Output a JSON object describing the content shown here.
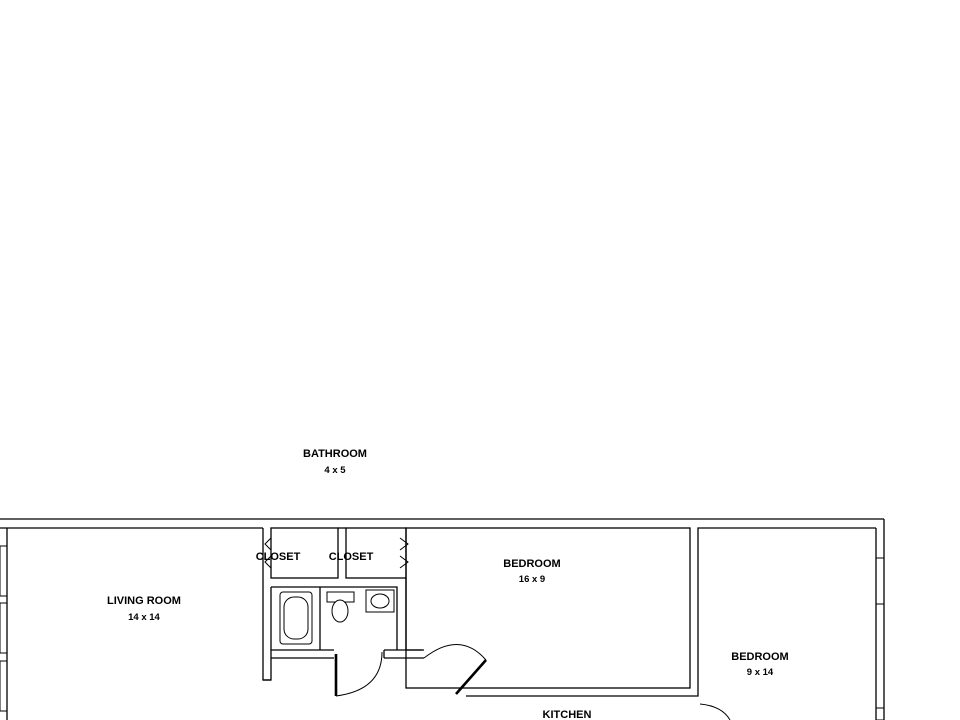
{
  "rooms": {
    "bathroom": {
      "name": "BATHROOM",
      "dimensions": "4 x 5"
    },
    "living_room": {
      "name": "LIVING ROOM",
      "dimensions": "14 x 14"
    },
    "closet_left": {
      "name": "CLOSET"
    },
    "closet_right": {
      "name": "CLOSET"
    },
    "bedroom_large": {
      "name": "BEDROOM",
      "dimensions": "16 x 9"
    },
    "bedroom_small": {
      "name": "BEDROOM",
      "dimensions": "9 x 14"
    },
    "kitchen": {
      "name": "KITCHEN"
    }
  }
}
